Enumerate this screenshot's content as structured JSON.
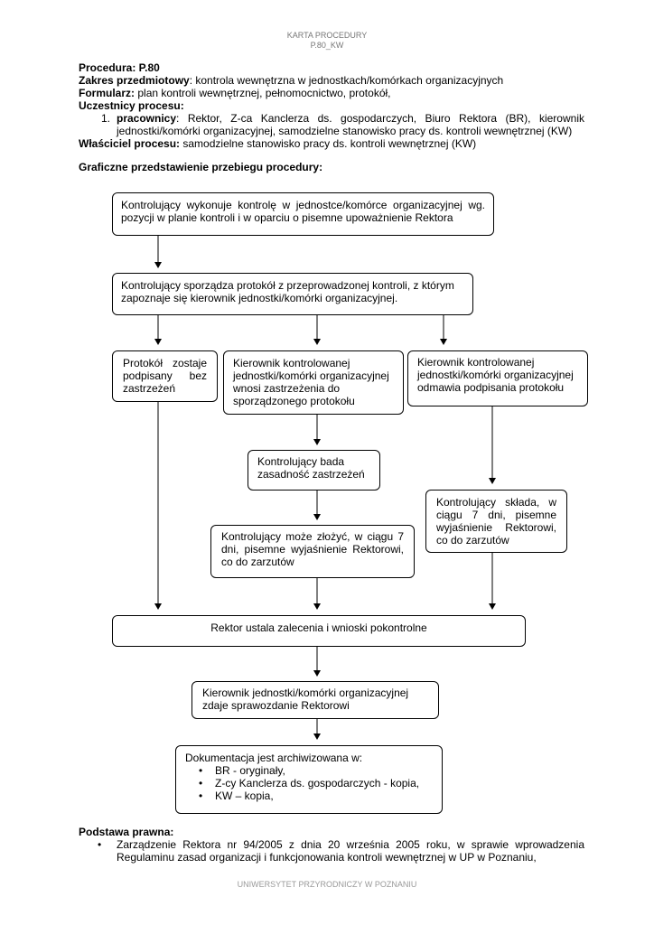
{
  "header": {
    "line1": "KARTA PROCEDURY",
    "line2": "P.80_KW"
  },
  "meta": {
    "procedure_label": "Procedura: P.80",
    "scope_label": "Zakres przedmiotowy",
    "scope_value": ": kontrola wewnętrzna w jednostkach/komórkach organizacyjnych",
    "form_label": "Formularz:",
    "form_value": " plan kontroli wewnętrznej, pełnomocnictwo, protokół,",
    "participants_label": "Uczestnicy procesu:",
    "participant_number": "1.",
    "participant_label": "pracownicy",
    "participant_value": ": Rektor, Z-ca Kanclerza ds. gospodarczych, Biuro Rektora (BR), kierownik jednostki/komórki organizacyjnej, samodzielne stanowisko pracy ds. kontroli wewnętrznej (KW)",
    "owner_label": "Właściciel procesu:",
    "owner_value": " samodzielne stanowisko pracy ds. kontroli wewnętrznej (KW)",
    "graphic_heading": "Graficzne przedstawienie przebiegu procedury:"
  },
  "flow": {
    "step1": "Kontrolujący wykonuje kontrolę w jednostce/komórce organizacyjnej wg. pozycji w planie kontroli i w oparciu o pisemne upoważnienie Rektora",
    "step2": "Kontrolujący sporządza protokół z przeprowadzonej kontroli, z którym zapoznaje się kierownik jednostki/komórki organizacyjnej.",
    "branch_a": "Protokół zostaje podpisany bez zastrzeżeń",
    "branch_b": "Kierownik kontrolowanej jednostki/komórki organizacyjnej wnosi zastrzeżenia do sporządzonego protokołu",
    "branch_c": "Kierownik kontrolowanej jednostki/komórki organizacyjnej odmawia podpisania protokołu",
    "b_step1": "Kontrolujący bada zasadność zastrzeżeń",
    "b_step2": "Kontrolujący może złożyć, w ciągu 7 dni, pisemne wyjaśnienie Rektorowi, co do zarzutów",
    "c_step1": "Kontrolujący składa, w ciągu 7 dni, pisemne wyjaśnienie Rektorowi, co do zarzutów",
    "rector": "Rektor ustala zalecenia i wnioski pokontrolne",
    "report": "Kierownik jednostki/komórki organizacyjnej zdaje sprawozdanie Rektorowi",
    "archive_title": "Dokumentacja jest archiwizowana w:",
    "archive_items": [
      "BR - oryginały,",
      "Z-cy Kanclerza ds. gospodarczych - kopia,",
      "KW – kopia,"
    ]
  },
  "legal": {
    "heading": "Podstawa prawna:",
    "items": [
      "Zarządzenie Rektora nr 94/2005 z dnia 20 września 2005 roku, w sprawie wprowadzenia Regulaminu zasad organizacji i funkcjonowania kontroli wewnętrznej w UP w Poznaniu,"
    ]
  },
  "footer": {
    "text": "UNIWERSYTET PRZYRODNICZY W POZNANIU"
  }
}
